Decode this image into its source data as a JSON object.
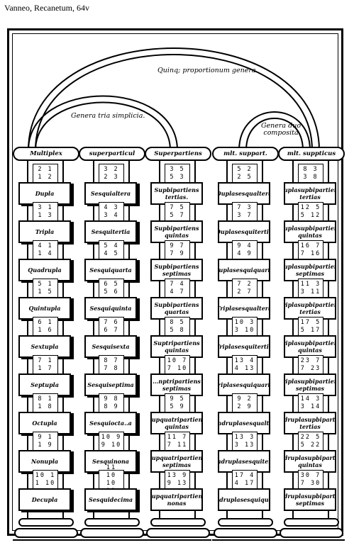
{
  "caption": "Vanneo, Recanetum, 64v",
  "arch_labels": {
    "top": "Quinq; proportionum genera.",
    "left": "Genera tria simplicia.",
    "right": "Genera duo composita"
  },
  "columns": [
    {
      "header": "Multiplex",
      "items": [
        {
          "ratio": [
            "2 1",
            "1 2"
          ],
          "name": "Dupla"
        },
        {
          "ratio": [
            "3 1",
            "1 3"
          ],
          "name": "Tripla"
        },
        {
          "ratio": [
            "4 1",
            "1 4"
          ],
          "name": "Quadrupla"
        },
        {
          "ratio": [
            "5 1",
            "1 5"
          ],
          "name": "Quintupla"
        },
        {
          "ratio": [
            "6 1",
            "1 6"
          ],
          "name": "Sextupla"
        },
        {
          "ratio": [
            "7 1",
            "1 7"
          ],
          "name": "Septupla"
        },
        {
          "ratio": [
            "8 1",
            "1 8"
          ],
          "name": "Octupla"
        },
        {
          "ratio": [
            "9 1",
            "1 9"
          ],
          "name": "Nonupla"
        },
        {
          "ratio": [
            "10 1",
            "1 10"
          ],
          "name": "Decupla"
        }
      ]
    },
    {
      "header": "superparticul",
      "items": [
        {
          "ratio": [
            "3 2",
            "2 3"
          ],
          "name": "Sesquialtera"
        },
        {
          "ratio": [
            "4 3",
            "3 4"
          ],
          "name": "Sesquitertia"
        },
        {
          "ratio": [
            "5 4",
            "4 5"
          ],
          "name": "Sesquiquarta"
        },
        {
          "ratio": [
            "6 5",
            "5 6"
          ],
          "name": "Sesquiquinta"
        },
        {
          "ratio": [
            "7 6",
            "6 7"
          ],
          "name": "Sesquisexta"
        },
        {
          "ratio": [
            "8 7",
            "7 8"
          ],
          "name": "Sesquiseptima"
        },
        {
          "ratio": [
            "9 8",
            "8 9"
          ],
          "name": "Sesquiocta..a"
        },
        {
          "ratio": [
            "10 9",
            "9 10"
          ],
          "name": "Sesquinona"
        },
        {
          "ratio": [
            "11 10",
            "10 11"
          ],
          "name": "Sesquidecima"
        }
      ]
    },
    {
      "header": "Superpartiens",
      "items": [
        {
          "ratio": [
            "3 5",
            "5 3"
          ],
          "name": "Supbipartiens tertias."
        },
        {
          "ratio": [
            "7 5",
            "5 7"
          ],
          "name": "Supbipartiens quintas"
        },
        {
          "ratio": [
            "9 7",
            "7 9"
          ],
          "name": "Supbipartiens septimas"
        },
        {
          "ratio": [
            "7 4",
            "4 7"
          ],
          "name": "Supbipartiens quartas"
        },
        {
          "ratio": [
            "8 5",
            "5 8"
          ],
          "name": "Suptripartiens quintas"
        },
        {
          "ratio": [
            "10 7",
            "7 10"
          ],
          "name": "...nptripartiens septimas"
        },
        {
          "ratio": [
            "9 5",
            "5 9"
          ],
          "name": "Supquatripartiens quintas"
        },
        {
          "ratio": [
            "11 7",
            "7 11"
          ],
          "name": "Supquatripartiens septimas"
        },
        {
          "ratio": [
            "13 9",
            "9 13"
          ],
          "name": "Supquatripartiens nonas"
        }
      ]
    },
    {
      "header": "mlt. suppart.",
      "items": [
        {
          "ratio": [
            "5 2",
            "2 5"
          ],
          "name": "Duplasesqualtera"
        },
        {
          "ratio": [
            "7 3",
            "3 7"
          ],
          "name": "Duplasesquitertia"
        },
        {
          "ratio": [
            "9 4",
            "4 9"
          ],
          "name": "Duplasesquiquarta"
        },
        {
          "ratio": [
            "7 2",
            "2 7"
          ],
          "name": "Triplasesqualtera"
        },
        {
          "ratio": [
            "10 3",
            "3 10"
          ],
          "name": "Triplasesquitertia"
        },
        {
          "ratio": [
            "13 4",
            "4 13"
          ],
          "name": "Triplasesquiquarta"
        },
        {
          "ratio": [
            "9 2",
            "2 9"
          ],
          "name": "Quadruplasesqualtera"
        },
        {
          "ratio": [
            "13 3",
            "3 13"
          ],
          "name": "Quadruplasesquitertia"
        },
        {
          "ratio": [
            "17 4",
            "4 17"
          ],
          "name": "Quadruplasesquiquarta"
        }
      ]
    },
    {
      "header": "mlt. suppticus",
      "items": [
        {
          "ratio": [
            "8 3",
            "3 8"
          ],
          "name": "Duplasupbipartiens tertias"
        },
        {
          "ratio": [
            "12 5",
            "5 12"
          ],
          "name": "Duplasupbipartiens quintas"
        },
        {
          "ratio": [
            "16 7",
            "7 16"
          ],
          "name": "Duplasupbipartiens septimas"
        },
        {
          "ratio": [
            "11 3",
            "3 11"
          ],
          "name": "Triplasupbipartiens tertias"
        },
        {
          "ratio": [
            "17 5",
            "5 17"
          ],
          "name": "Triplasupbipartiens quintas"
        },
        {
          "ratio": [
            "23 7",
            "7 23"
          ],
          "name": "Triplasupbipartiens septimas"
        },
        {
          "ratio": [
            "14 3",
            "3 14"
          ],
          "name": "quadruplasupbipartiens tertias"
        },
        {
          "ratio": [
            "22 5",
            "5 22"
          ],
          "name": "quadruplasupbipartiens quintas"
        },
        {
          "ratio": [
            "30 7",
            "7 30"
          ],
          "name": "quadruplasupbipartiens septimas"
        }
      ]
    }
  ]
}
